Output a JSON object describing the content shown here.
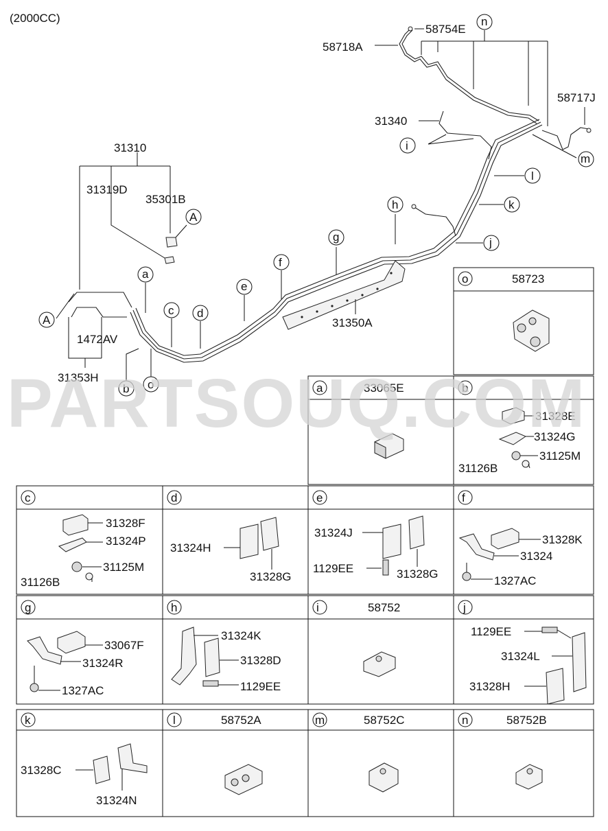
{
  "header": {
    "variant": "(2000CC)"
  },
  "watermark": "PARTSOUQ.COM",
  "main_labels": {
    "p31310": "31310",
    "p31319D": "31319D",
    "p35301B": "35301B",
    "p1472AV": "1472AV",
    "p31353H": "31353H",
    "p31350A": "31350A",
    "p31340": "31340",
    "p58718A": "58718A",
    "p58754E": "58754E",
    "p58717J": "58717J"
  },
  "callouts": {
    "A1": "A",
    "A2": "A",
    "a": "a",
    "b": "b",
    "c": "c",
    "d": "d",
    "e": "e",
    "f": "f",
    "g": "g",
    "h": "h",
    "i": "i",
    "j": "j",
    "k": "k",
    "l": "l",
    "m": "m",
    "n": "n",
    "o": "o"
  },
  "detail_boxes": {
    "o": {
      "letter": "o",
      "title": "58723"
    },
    "a": {
      "letter": "a",
      "title": "33065E"
    },
    "b": {
      "letter": "b",
      "title": "",
      "parts": [
        "31328E",
        "31324G",
        "31125M",
        "31126B"
      ]
    },
    "c": {
      "letter": "c",
      "title": "",
      "parts": [
        "31328F",
        "31324P",
        "31125M",
        "31126B"
      ]
    },
    "d": {
      "letter": "d",
      "title": "",
      "parts": [
        "31324H",
        "31328G"
      ]
    },
    "e": {
      "letter": "e",
      "title": "",
      "parts": [
        "31324J",
        "1129EE",
        "31328G"
      ]
    },
    "f": {
      "letter": "f",
      "title": "",
      "parts": [
        "31328K",
        "31324",
        "1327AC"
      ]
    },
    "g": {
      "letter": "g",
      "title": "",
      "parts": [
        "33067F",
        "31324R",
        "1327AC"
      ]
    },
    "h": {
      "letter": "h",
      "title": "",
      "parts": [
        "31324K",
        "31328D",
        "1129EE"
      ]
    },
    "i": {
      "letter": "i",
      "title": "58752"
    },
    "j": {
      "letter": "j",
      "title": "",
      "parts": [
        "1129EE",
        "31324L",
        "31328H"
      ]
    },
    "k": {
      "letter": "k",
      "title": "",
      "parts": [
        "31328C",
        "31324N"
      ]
    },
    "l": {
      "letter": "l",
      "title": "58752A"
    },
    "m": {
      "letter": "m",
      "title": "58752C"
    },
    "n": {
      "letter": "n",
      "title": "58752B"
    }
  }
}
